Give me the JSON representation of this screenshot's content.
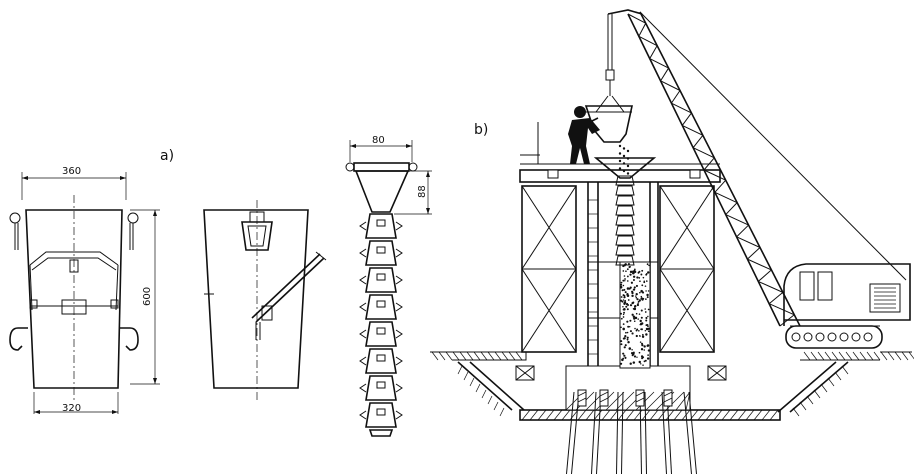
{
  "labels": {
    "part_a": "a)",
    "part_b": "b)"
  },
  "dimensions": {
    "bucket_top_width": "360",
    "bucket_bottom_width": "320",
    "bucket_height": "600",
    "chute_hopper_width": "80",
    "chute_hopper_height": "88"
  },
  "colors": {
    "line": "#111111",
    "background": "#ffffff"
  }
}
